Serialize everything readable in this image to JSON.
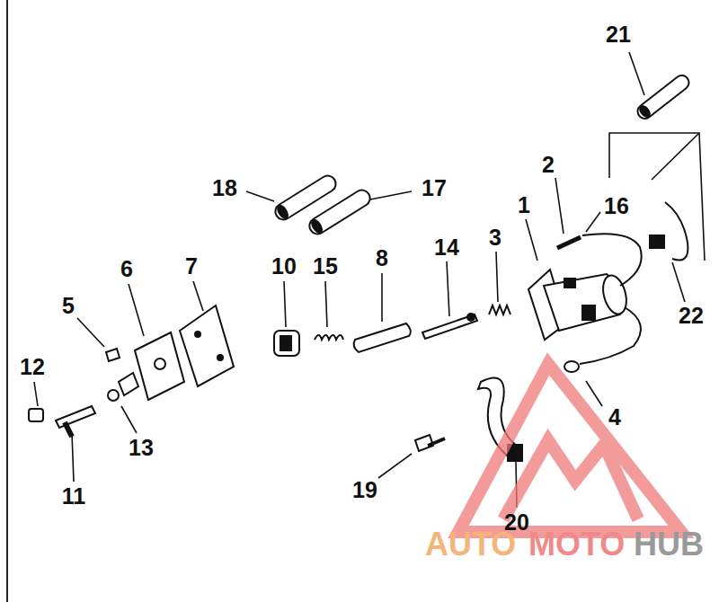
{
  "diagram": {
    "labels": [
      "21",
      "2",
      "16",
      "1",
      "18",
      "17",
      "3",
      "14",
      "6",
      "7",
      "10",
      "15",
      "8",
      "5",
      "12",
      "22",
      "4",
      "13",
      "11",
      "19",
      "20",
      "AUTO",
      "MOTO",
      "HUB"
    ]
  }
}
